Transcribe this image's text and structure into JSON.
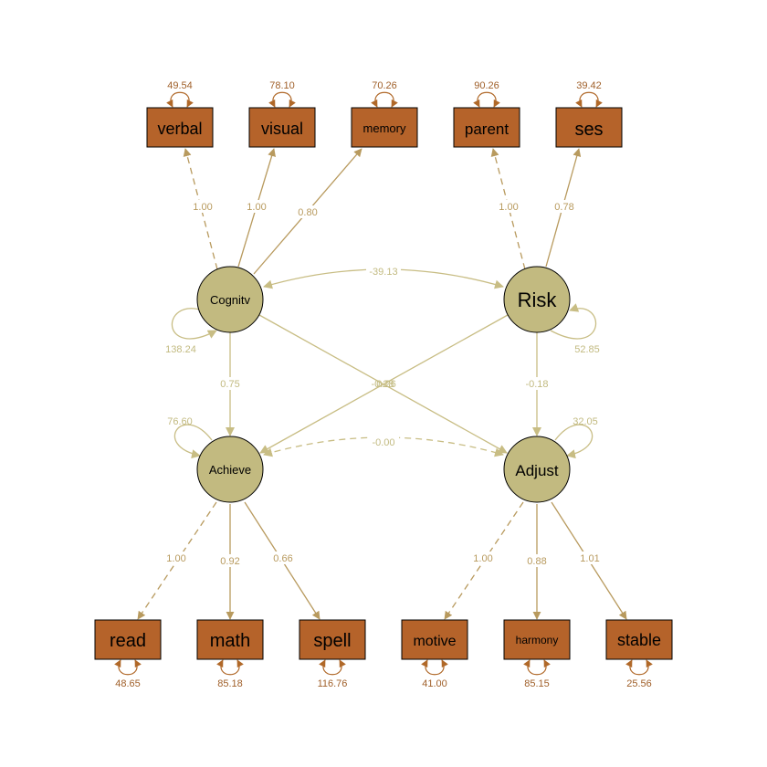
{
  "colors": {
    "manifest_fill": "#B5632A",
    "latent_fill": "#C2BA80",
    "manifest_edge": "#B89A5E",
    "latent_edge": "#C8BD84",
    "variance_manifest": "#B06828",
    "variance_latent": "#C8BD84",
    "label_manifest": "#B89A5E",
    "label_latent": "#C2BA80",
    "variance_label_manifest": "#A0602A",
    "variance_label_latent": "#C2BA80"
  },
  "latents": {
    "cognitv": {
      "label": "Cognitv",
      "variance": "138.24"
    },
    "risk": {
      "label": "Risk",
      "variance": "52.85"
    },
    "achieve": {
      "label": "Achieve",
      "variance": "76.60"
    },
    "adjust": {
      "label": "Adjust",
      "variance": "32.05"
    }
  },
  "manifests_top": [
    {
      "id": "verbal",
      "label": "verbal",
      "variance": "49.54"
    },
    {
      "id": "visual",
      "label": "visual",
      "variance": "78.10"
    },
    {
      "id": "memory",
      "label": "memory",
      "variance": "70.26"
    },
    {
      "id": "parent",
      "label": "parent",
      "variance": "90.26"
    },
    {
      "id": "ses",
      "label": "ses",
      "variance": "39.42"
    }
  ],
  "manifests_bottom": [
    {
      "id": "read",
      "label": "read",
      "variance": "48.65"
    },
    {
      "id": "math",
      "label": "math",
      "variance": "85.18"
    },
    {
      "id": "spell",
      "label": "spell",
      "variance": "116.76"
    },
    {
      "id": "motive",
      "label": "motive",
      "variance": "41.00"
    },
    {
      "id": "harmony",
      "label": "harmony",
      "variance": "85.15"
    },
    {
      "id": "stable",
      "label": "stable",
      "variance": "25.56"
    }
  ],
  "loadings": {
    "cognitv_verbal": "1.00",
    "cognitv_visual": "1.00",
    "cognitv_memory": "0.80",
    "risk_parent": "1.00",
    "risk_ses": "0.78",
    "achieve_read": "1.00",
    "achieve_math": "0.92",
    "achieve_spell": "0.66",
    "adjust_motive": "1.00",
    "adjust_harmony": "0.88",
    "adjust_stable": "1.01"
  },
  "paths": {
    "cognitv_achieve": "0.75",
    "risk_adjust": "-0.18",
    "cognitv_adjust": "0.26",
    "risk_achieve": "-0.28",
    "cognitv_risk_cov": "-39.13",
    "achieve_adjust_cov": "-0.00"
  }
}
